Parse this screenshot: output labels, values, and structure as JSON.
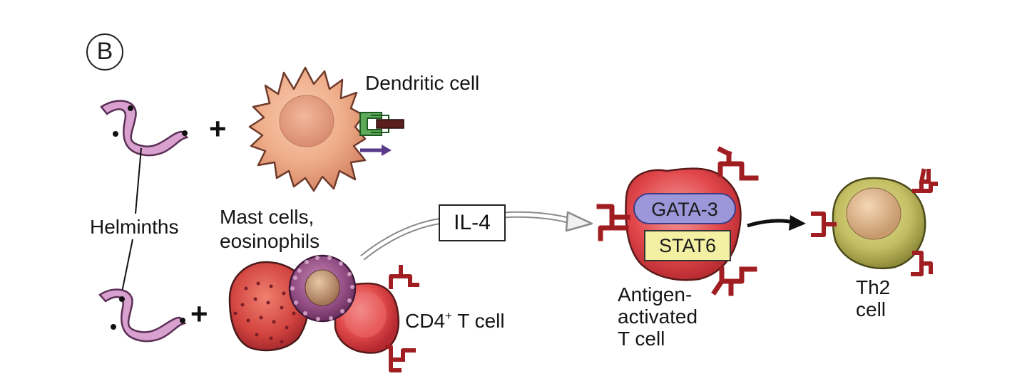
{
  "panel": {
    "letter": "B"
  },
  "labels": {
    "dendritic_cell": "Dendritic cell",
    "helminths": "Helminths",
    "mast_cells": "Mast cells,\neosinophils",
    "il4": "IL-4",
    "gata3": "GATA-3",
    "stat6": "STAT6",
    "cd4_t_cell": "CD4",
    "cd4_superscript": "+",
    "cd4_suffix": " T cell",
    "antigen_activated": "Antigen-\nactivated\nT cell",
    "th2": "Th2\ncell",
    "plus_sign": "+"
  },
  "colors": {
    "helminth": "#d9a1cf",
    "dendritic": "#efb08e",
    "receptor": "#a01e22",
    "mast_cell": "#cc3f3f",
    "eosinophil": "#8a3f78",
    "t_cell": "#e04a4a",
    "th2_cell": "#c9c26a",
    "gata3": "#9b97d8",
    "stat6": "#f3f0a4"
  },
  "icons": [
    "helminth-worm",
    "dendritic-cell",
    "mhc-antigen",
    "t-cell-receptor",
    "mast-cell",
    "eosinophil",
    "arrow"
  ]
}
